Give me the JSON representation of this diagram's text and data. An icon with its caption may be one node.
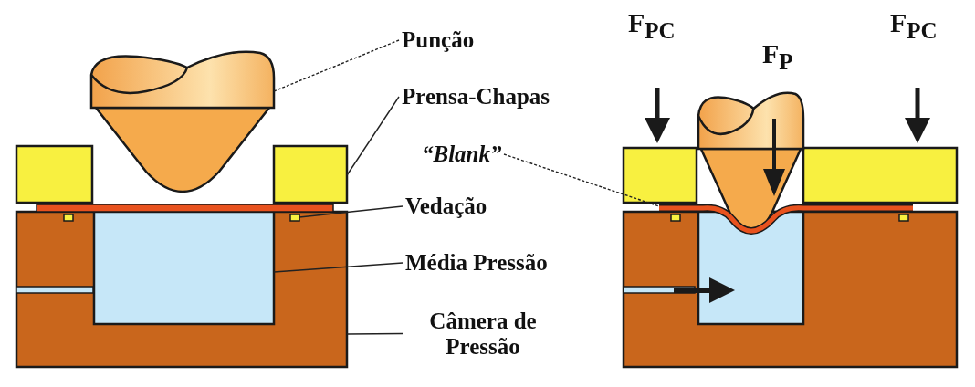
{
  "diagram": {
    "nodes": [
      {
        "text": [
          "Punção"
        ]
      },
      {
        "text": [],
        "shape": "picture"
      },
      {
        "text": [
          "Prensa-Chapas"
        ]
      },
      {
        "text": [],
        "shape": "box"
      },
      {
        "text": [
          "“Blank”"
        ]
      },
      {
        "text": [],
        "shape": "bar"
      },
      {
        "text": [
          "Vedação"
        ]
      },
      {
        "text": [],
        "shape": "box",
        "in": 11
      },
      {
        "text": [
          "Média Pressão"
        ]
      },
      {
        "text": [],
        "shape": "box",
        "in": 11
      },
      {
        "text": [
          "Câmera de Pressão"
        ]
      },
      {
        "text": [],
        "shape": "box"
      }
    ],
    "edges": [
      {
        "from": 0,
        "to": 1,
        "arrow": "none",
        "style": "dashed"
      },
      {
        "from": 2,
        "to": 3,
        "arrow": "none"
      },
      {
        "from": 4,
        "to": 5,
        "arrow": "none",
        "style": "dashed"
      },
      {
        "from": 6,
        "to": 9,
        "arrow": "none"
      },
      {
        "from": 8,
        "to": 7,
        "arrow": "none"
      },
      {
        "from": 10,
        "to": 11,
        "arrow": "none"
      }
    ],
    "labels": [
      "F$_{PC}$",
      "F$_{P}$",
      "F$_{PC}$"
    ]
  }
}
